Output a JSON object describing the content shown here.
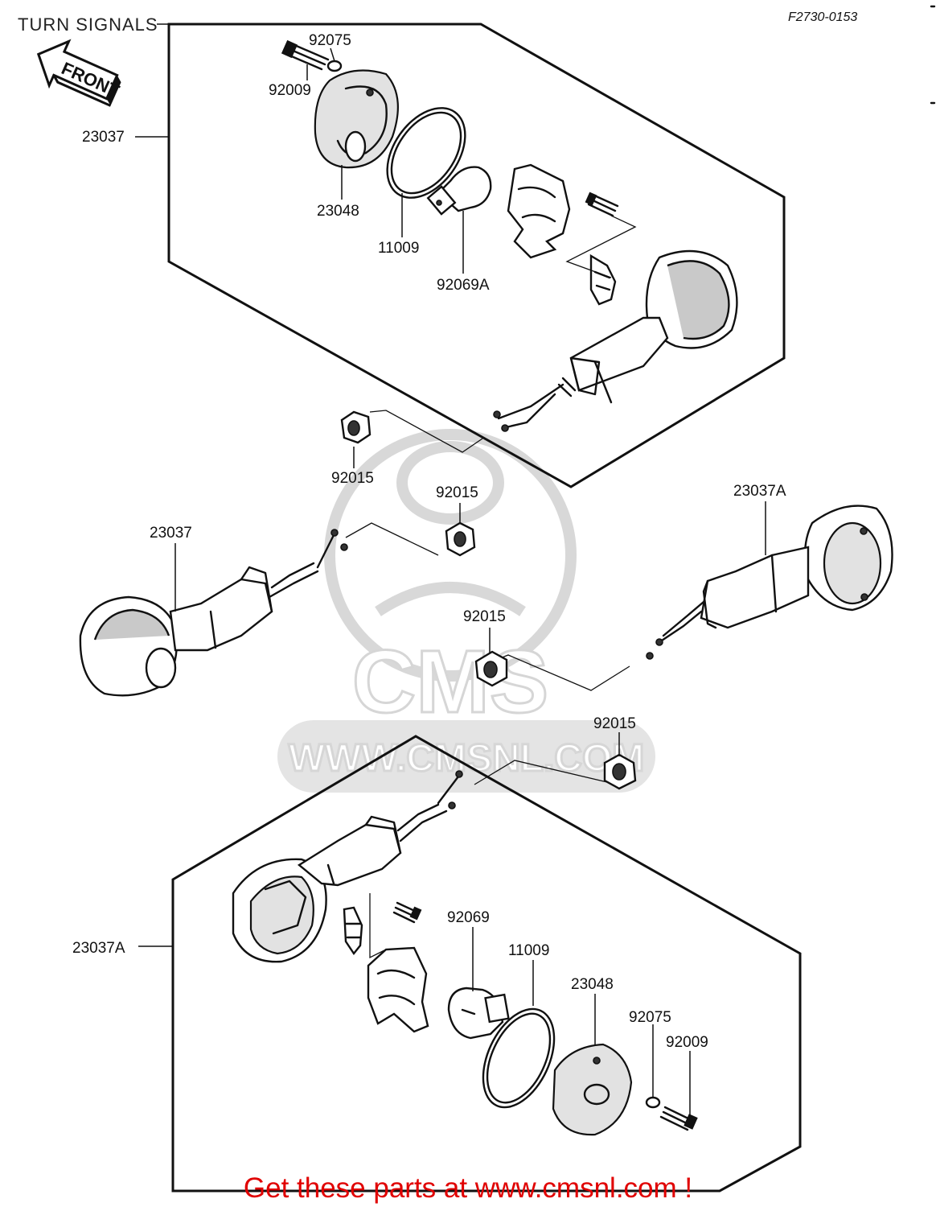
{
  "title": "TURN SIGNALS",
  "figure_code": "F2730-0153",
  "front_arrow": {
    "label": "FRONT",
    "icon": "front-direction-arrow-icon"
  },
  "callouts": {
    "top_screw": "92009",
    "top_washer": "92075",
    "top_assembly": "23037",
    "top_lens": "23048",
    "top_gasket": "11009",
    "top_bulb": "92069A",
    "nut_a": "92015",
    "nut_b": "92015",
    "nut_c": "92015",
    "nut_d": "92015",
    "left_assembly": "23037",
    "right_assembly": "23037A",
    "bottom_assembly": "23037A",
    "bottom_bulb": "92069",
    "bottom_gasket": "11009",
    "bottom_lens": "23048",
    "bottom_washer": "92075",
    "bottom_screw": "92009"
  },
  "watermark": {
    "brand": "CMS",
    "url": "WWW.CMSNL.COM"
  },
  "footer": {
    "promo": "Get these parts at www.cmsnl.com !"
  }
}
